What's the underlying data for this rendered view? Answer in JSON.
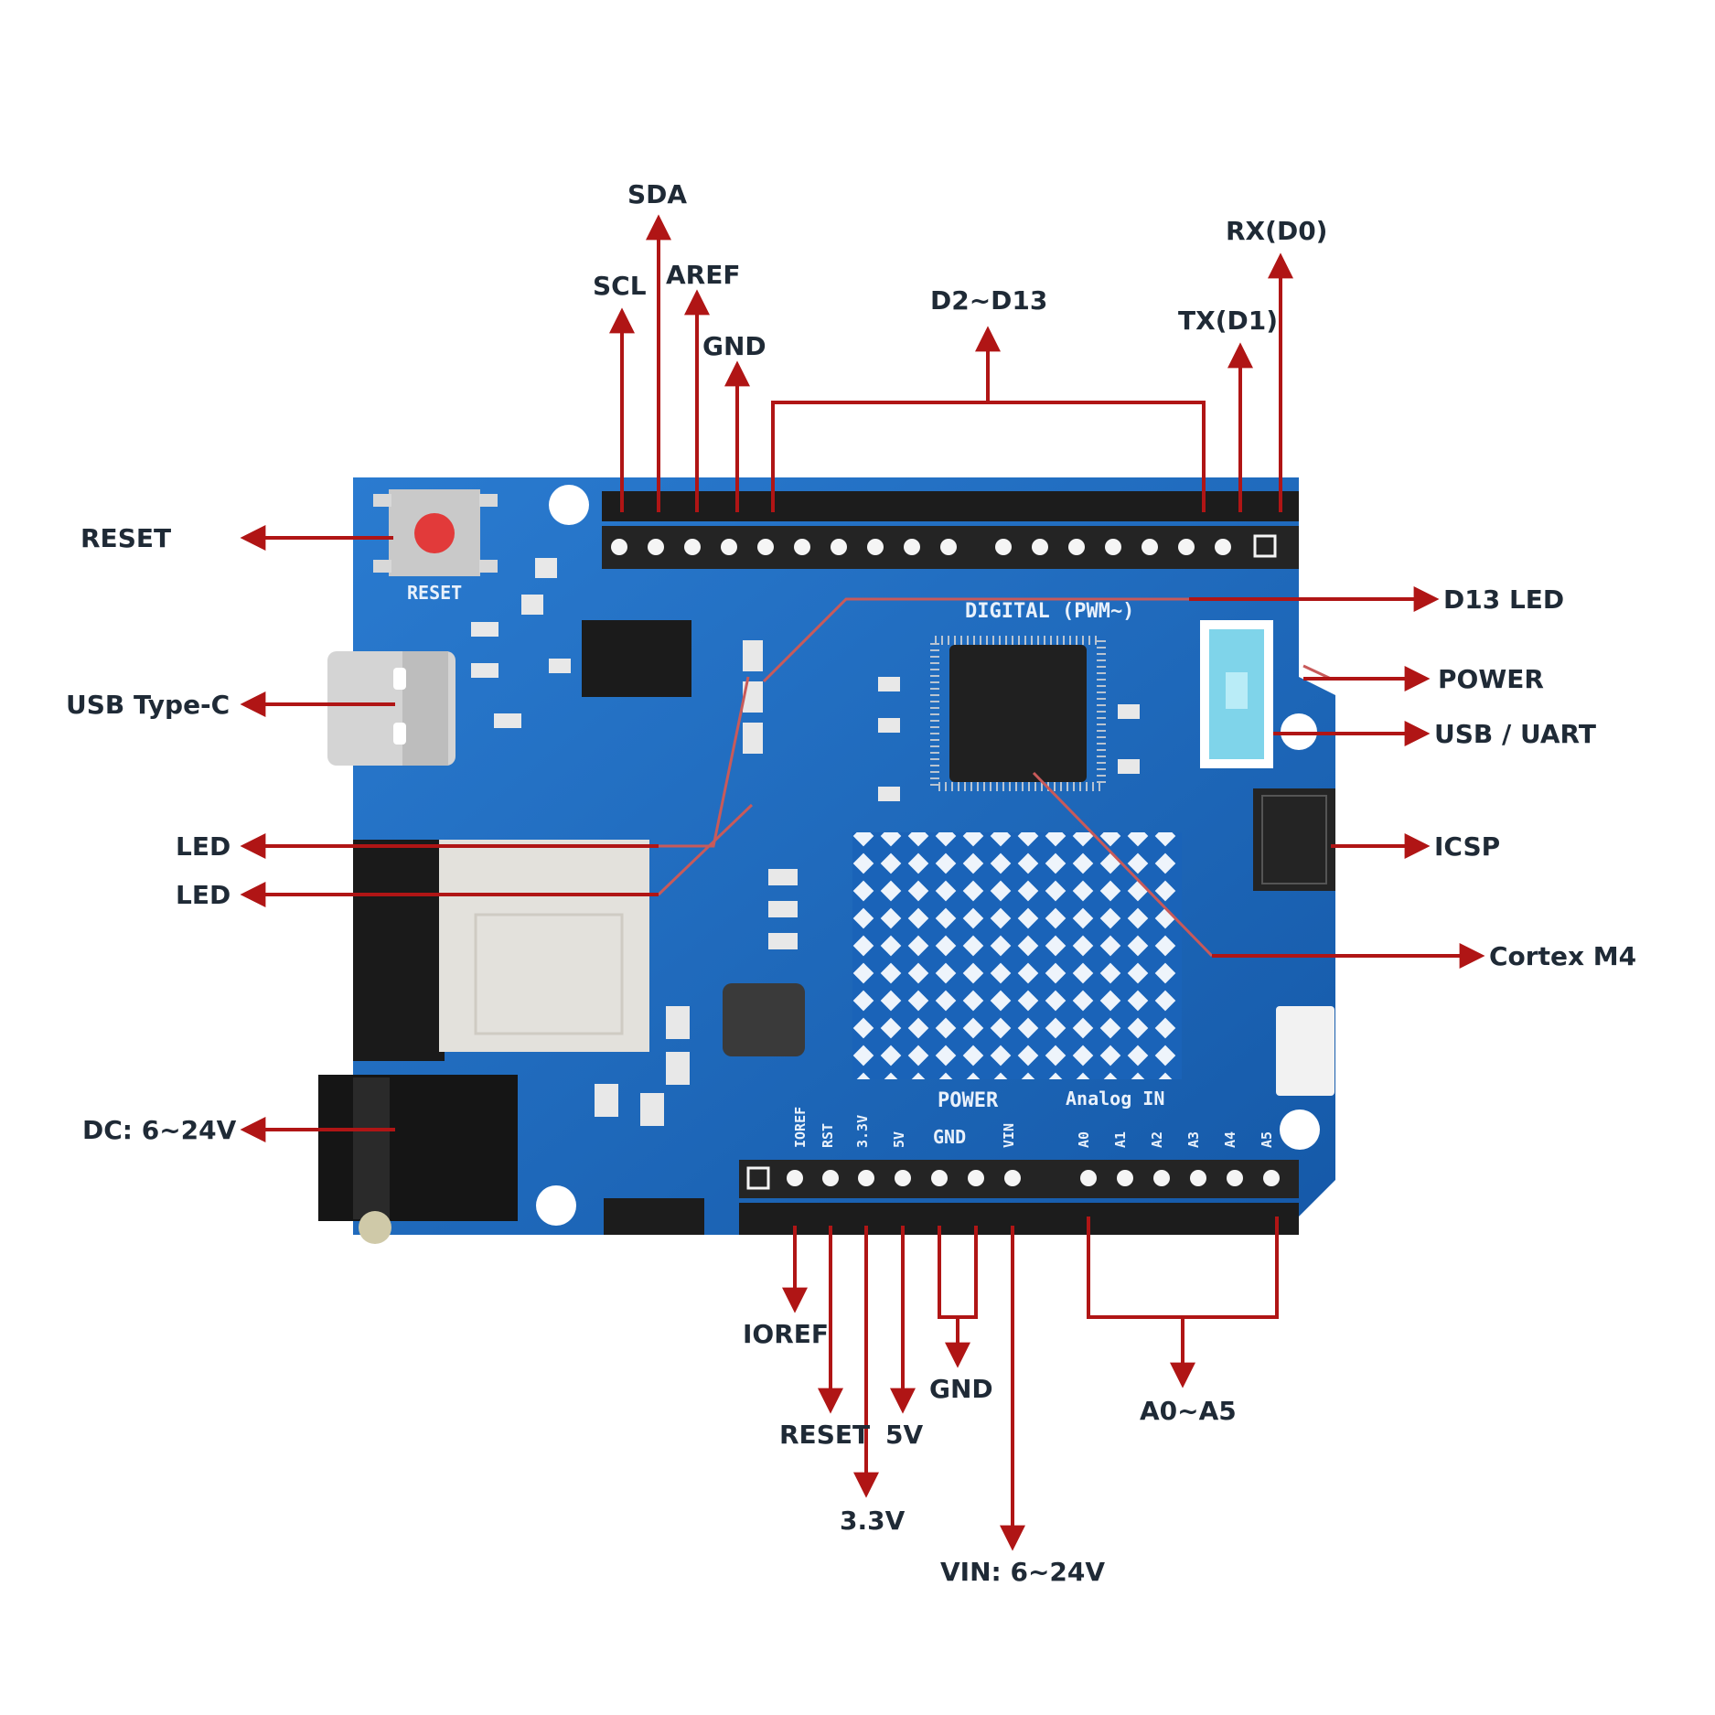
{
  "labels": {
    "sda": "SDA",
    "scl": "SCL",
    "aref": "AREF",
    "gnd_top": "GND",
    "d2_d13": "D2~D13",
    "tx": "TX(D1)",
    "rx": "RX(D0)",
    "reset_left": "RESET",
    "usb_typec": "USB Type-C",
    "led1": "LED",
    "led2": "LED",
    "dc": "DC: 6~24V",
    "d13_led": "D13 LED",
    "power": "POWER",
    "usb_uart": "USB / UART",
    "icsp": "ICSP",
    "cortex": "Cortex M4",
    "ioref": "IOREF",
    "reset_bottom": "RESET",
    "v5": "5V",
    "v33": "3.3V",
    "gnd_bottom": "GND",
    "vin": "VIN: 6~24V",
    "a0_a5": "A0~A5"
  },
  "board": {
    "reset_silk": "RESET",
    "digital_silk": "DIGITAL  (PWM~)",
    "power_silk": "POWER",
    "analog_silk": "Analog IN",
    "gnd_silk": "GND",
    "power_pins": [
      "IOREF",
      "RST",
      "3.3V",
      "5V",
      "GND",
      "GND",
      "VIN"
    ],
    "analog_pins": [
      "A0",
      "A1",
      "A2",
      "A3",
      "A4",
      "A5"
    ]
  },
  "colors": {
    "board": "#1a6cc4",
    "arrow": "#b01515",
    "header": "#1c1c1c"
  }
}
